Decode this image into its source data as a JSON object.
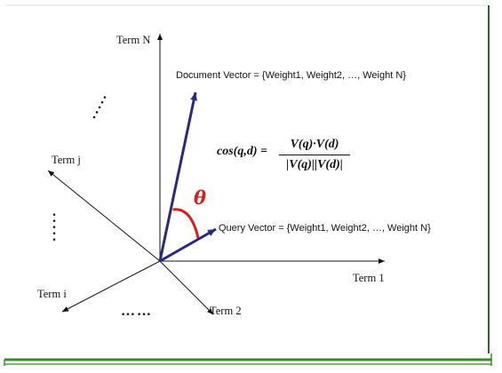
{
  "axes": {
    "term_n": "Term N",
    "term_1": "Term 1",
    "term_2": "Term 2",
    "term_i": "Term i",
    "term_j": "Term j"
  },
  "document_vector": {
    "label": "Document Vector = {Weight1, Weight2, …, Weight N}"
  },
  "query_vector": {
    "label": "Query Vector = {Weight1, Weight2, …, Weight N}"
  },
  "angle": {
    "symbol": "θ"
  },
  "formula": {
    "lhs": "cos(q,d) =",
    "numerator": "V(q)·V(d)",
    "denominator": "|V(q)||V(d)|"
  },
  "ellipses": {
    "horizontal": "……",
    "vertical": "·····",
    "diagonal": "·····"
  },
  "colors": {
    "vector": "#2a2a7a",
    "angle_arc": "#d42020",
    "frame_border": "#3a8a2a"
  }
}
